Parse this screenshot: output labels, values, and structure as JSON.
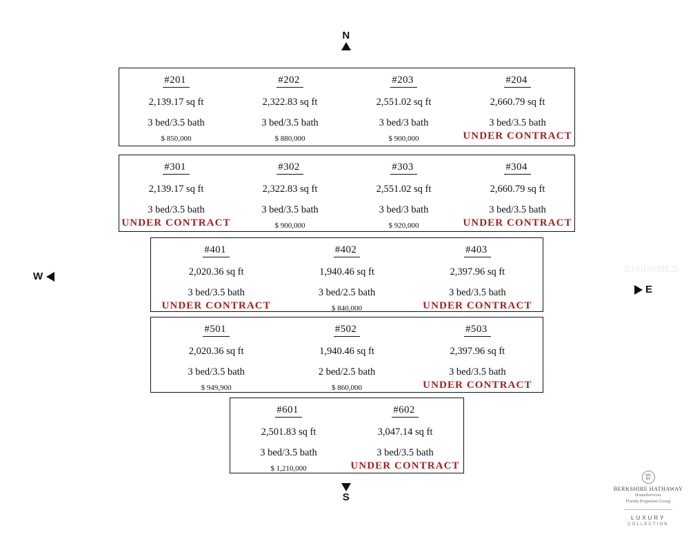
{
  "compass": {
    "north": "N",
    "south": "S",
    "east": "E",
    "west": "W"
  },
  "watermark": {
    "text": "StellarMLS"
  },
  "status_label": "UNDER  CONTRACT",
  "status_color": "#a81c1c",
  "floors": [
    {
      "id": "floor-row-2",
      "units": [
        {
          "number": "#201",
          "sqft": "2,139.17 sq ft",
          "beds": "3 bed/3.5 bath",
          "price": "$ 850,000",
          "status": ""
        },
        {
          "number": "#202",
          "sqft": "2,322.83 sq ft",
          "beds": "3 bed/3.5 bath",
          "price": "$ 880,000",
          "status": ""
        },
        {
          "number": "#203",
          "sqft": "2,551.02 sq ft",
          "beds": "3 bed/3 bath",
          "price": "$ 900,000",
          "status": ""
        },
        {
          "number": "#204",
          "sqft": "2,660.79 sq ft",
          "beds": "3 bed/3.5 bath",
          "price": "",
          "status": "UNDER  CONTRACT"
        }
      ]
    },
    {
      "id": "floor-row-3",
      "units": [
        {
          "number": "#301",
          "sqft": "2,139.17 sq ft",
          "beds": "3 bed/3.5 bath",
          "price": "",
          "status": "UNDER  CONTRACT"
        },
        {
          "number": "#302",
          "sqft": "2,322.83 sq ft",
          "beds": "3 bed/3.5 bath",
          "price": "$ 900,000",
          "status": ""
        },
        {
          "number": "#303",
          "sqft": "2,551.02 sq ft",
          "beds": "3 bed/3 bath",
          "price": "$ 920,000",
          "status": ""
        },
        {
          "number": "#304",
          "sqft": "2,660.79 sq ft",
          "beds": "3 bed/3.5 bath",
          "price": "",
          "status": "UNDER  CONTRACT"
        }
      ]
    },
    {
      "id": "floor-row-4",
      "units": [
        {
          "number": "#401",
          "sqft": "2,020.36 sq ft",
          "beds": "3 bed/3.5 bath",
          "price": "",
          "status": "UNDER  CONTRACT"
        },
        {
          "number": "#402",
          "sqft": "1,940.46 sq ft",
          "beds": "3 bed/2.5 bath",
          "price": "$ 840,000",
          "status": ""
        },
        {
          "number": "#403",
          "sqft": "2,397.96 sq ft",
          "beds": "3 bed/3.5 bath",
          "price": "",
          "status": "UNDER  CONTRACT"
        }
      ]
    },
    {
      "id": "floor-row-5",
      "units": [
        {
          "number": "#501",
          "sqft": "2,020.36 sq ft",
          "beds": "3 bed/3.5 bath",
          "price": "$ 949,900",
          "status": ""
        },
        {
          "number": "#502",
          "sqft": "1,940.46 sq ft",
          "beds": "2 bed/2.5 bath",
          "price": "$ 860,000",
          "status": ""
        },
        {
          "number": "#503",
          "sqft": "2,397.96 sq ft",
          "beds": "3 bed/3.5 bath",
          "price": "",
          "status": "UNDER  CONTRACT"
        }
      ]
    },
    {
      "id": "floor-row-6",
      "units": [
        {
          "number": "#601",
          "sqft": "2,501.83 sq ft",
          "beds": "3 bed/3.5 bath",
          "price": "$ 1,210,000",
          "status": ""
        },
        {
          "number": "#602",
          "sqft": "3,047.14 sq ft",
          "beds": "3 bed/3.5 bath",
          "price": "",
          "status": "UNDER  CONTRACT"
        }
      ]
    }
  ],
  "brand": {
    "mark_line1": "BH",
    "mark_line2": "HS",
    "name": "BERKSHIRE HATHAWAY",
    "sub": "HomeServices",
    "region": "Florida Properties Group",
    "luxury": "LUXURY",
    "collection": "COLLECTION"
  }
}
